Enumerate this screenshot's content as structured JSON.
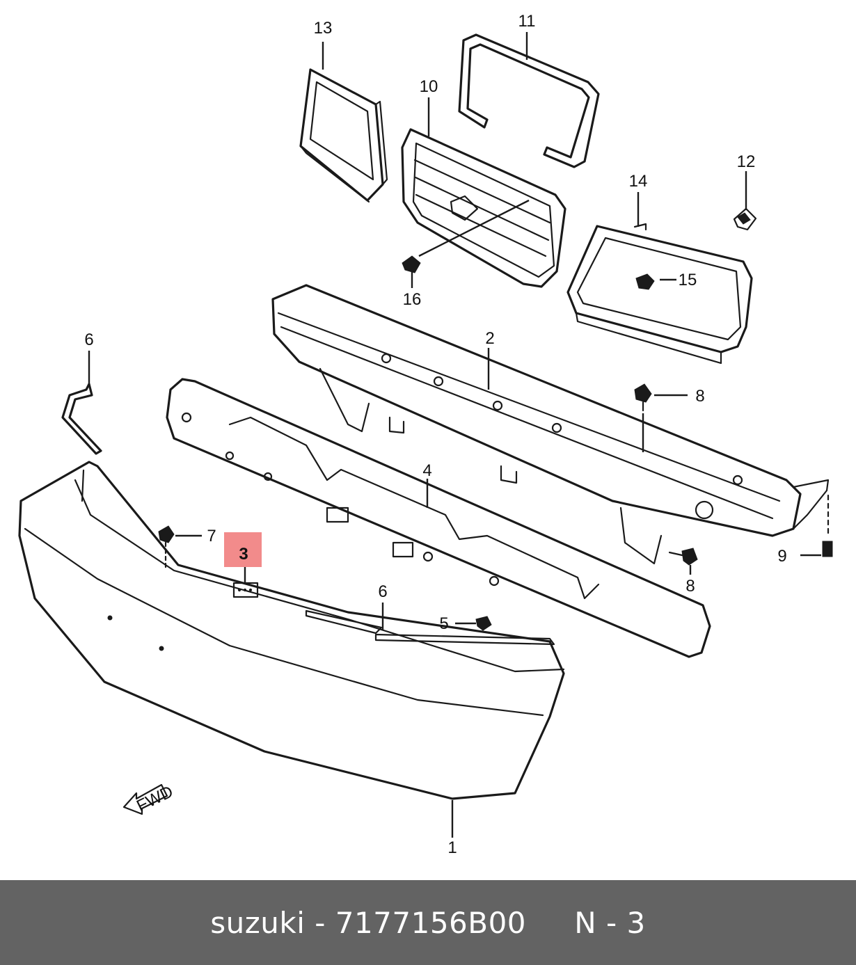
{
  "diagram": {
    "callouts": {
      "c1": "1",
      "c2": "2",
      "c3": "3",
      "c4": "4",
      "c5": "5",
      "c6a": "6",
      "c6b": "6",
      "c7": "7",
      "c8a": "8",
      "c8b": "8",
      "c9": "9",
      "c10": "10",
      "c11": "11",
      "c12": "12",
      "c13": "13",
      "c14": "14",
      "c15": "15",
      "c16": "16"
    },
    "fwd_label": "FWD",
    "highlight_color": "#f28b8b"
  },
  "footer": {
    "text": "suzuki - 7177156B00     N - 3",
    "background": "#636363"
  }
}
